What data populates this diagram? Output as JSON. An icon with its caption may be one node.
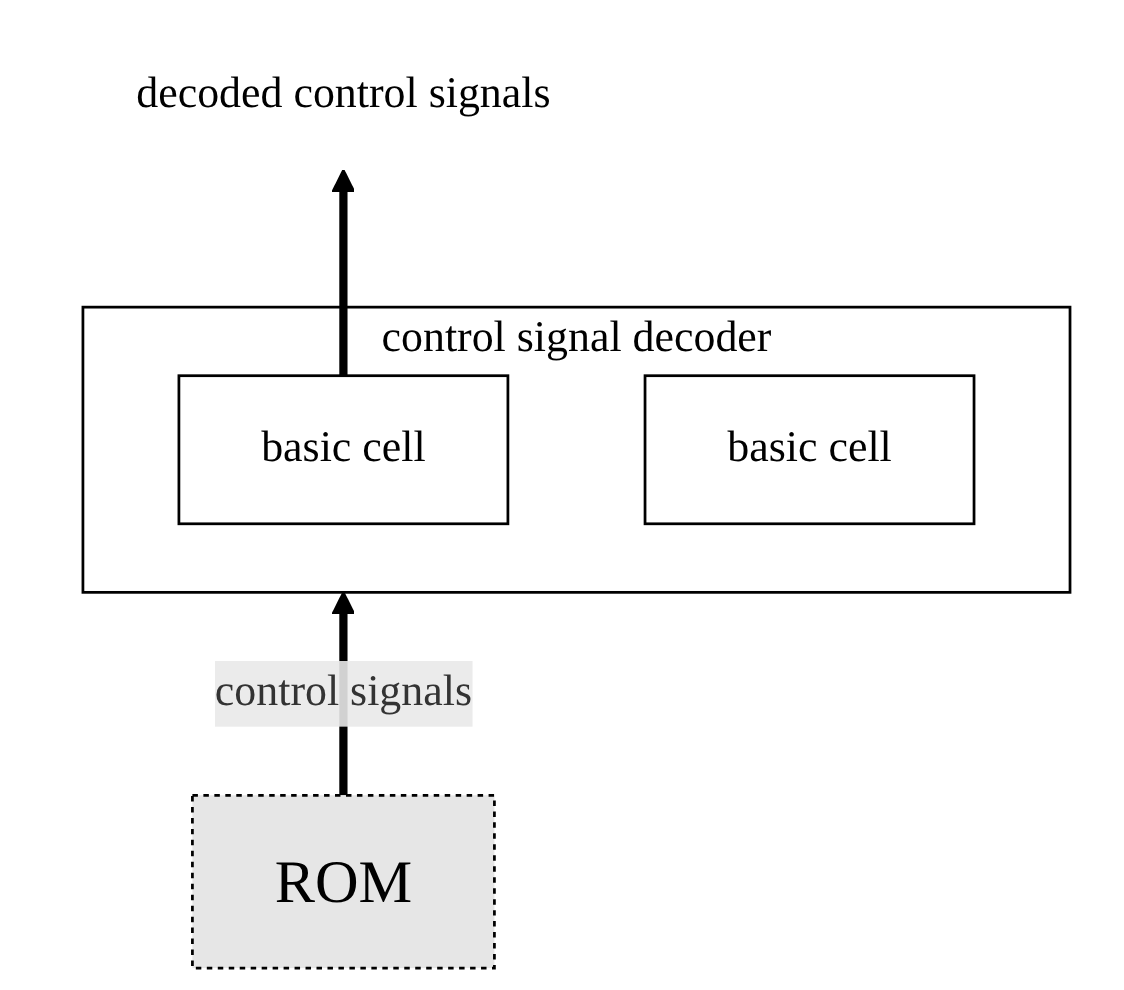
{
  "diagram": {
    "nodes": [
      {
        "text": [
          "control signal decoder"
        ]
      },
      {
        "text": [
          "basic cell"
        ],
        "in": 0
      },
      {
        "text": [
          "basic cell"
        ],
        "in": 0
      },
      {
        "text": [
          "decoded control signals"
        ]
      },
      {
        "text": [
          "ROM"
        ]
      }
    ],
    "edges": [
      {
        "from": 1,
        "to": 3,
        "arrow": "to"
      },
      {
        "from": 4,
        "to": 0,
        "arrow": "to",
        "label": "control signals"
      }
    ]
  }
}
